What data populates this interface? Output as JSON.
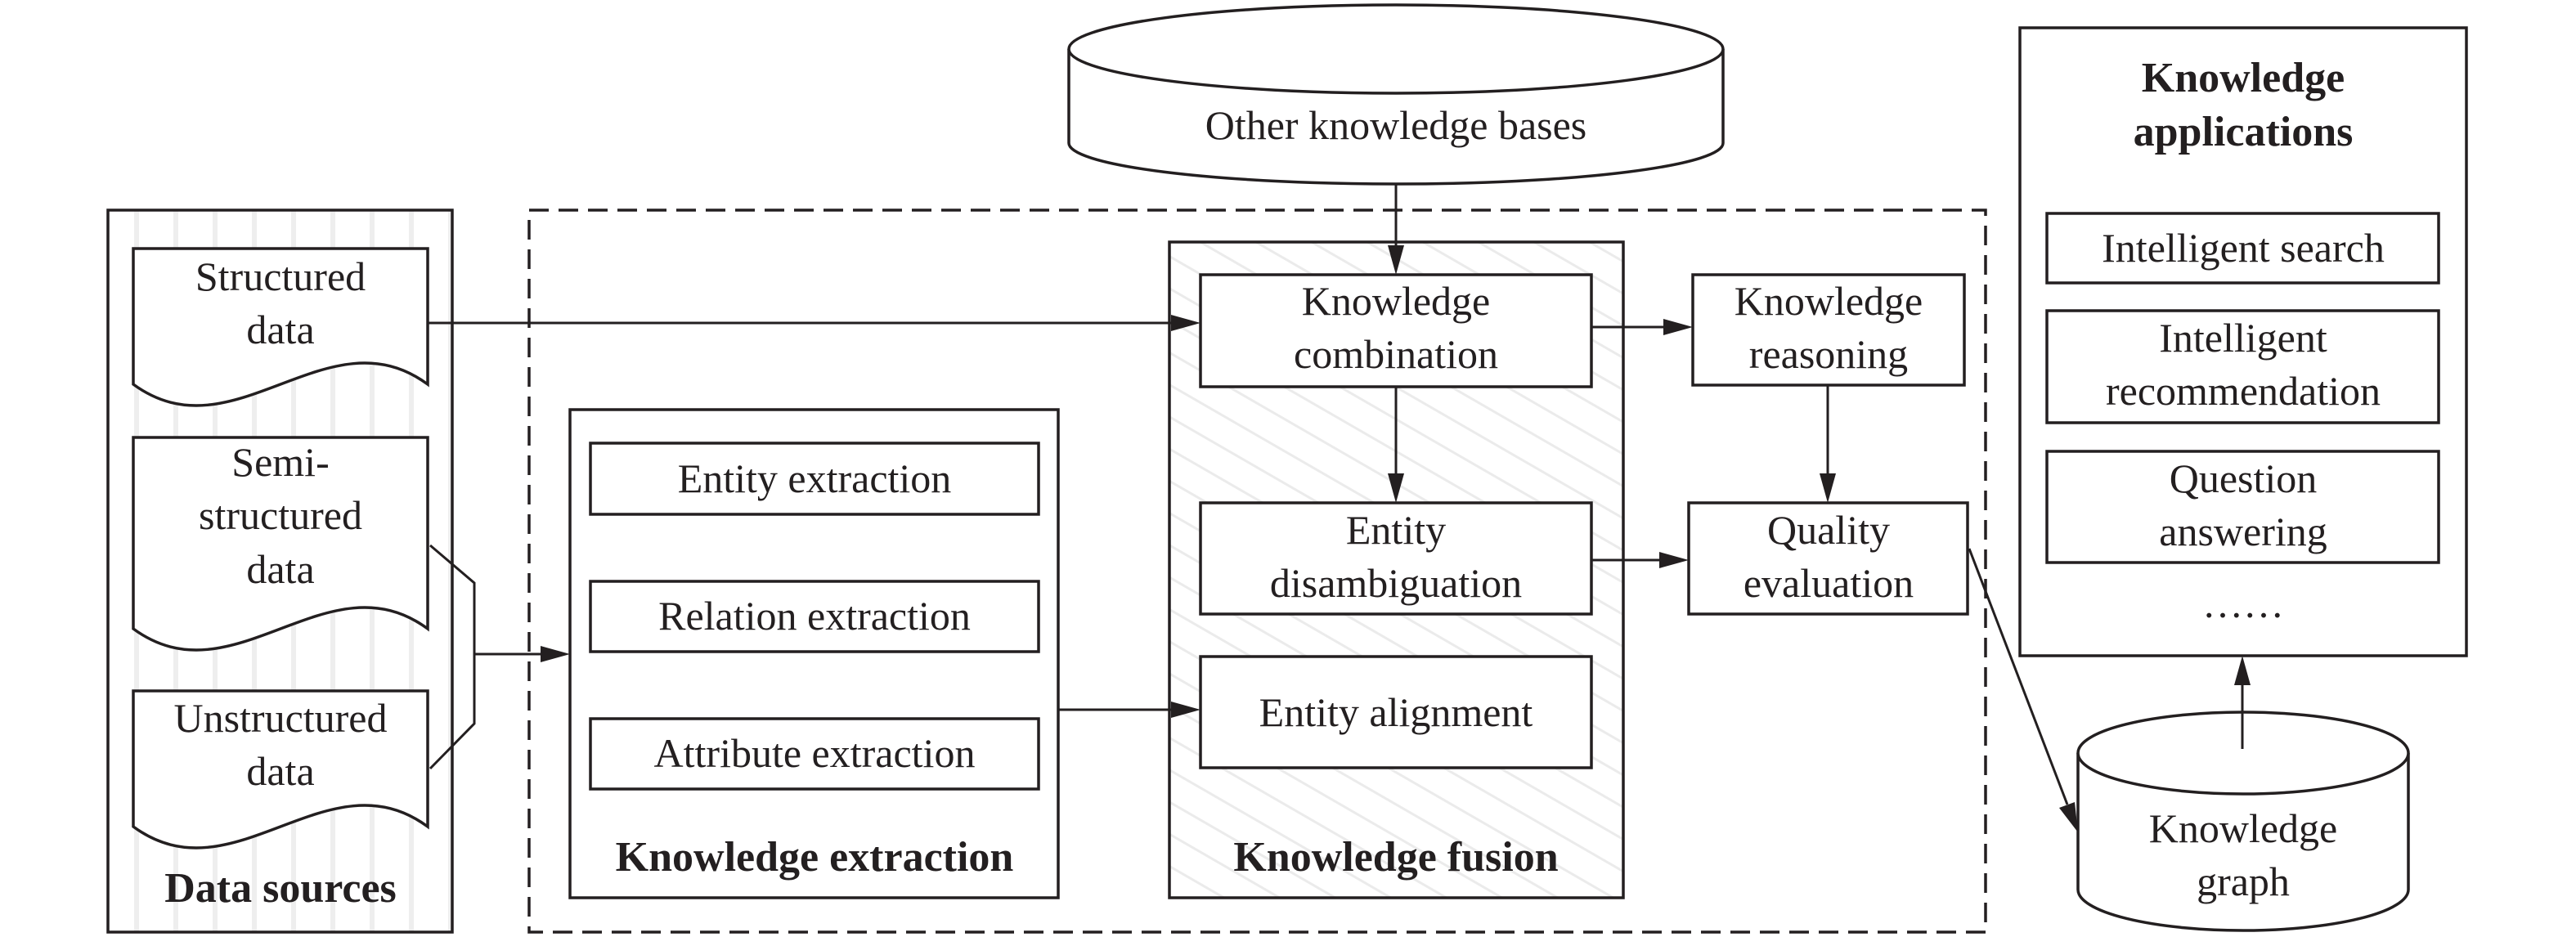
{
  "colors": {
    "ink": "#231f20",
    "extraction_fill": "#f2f2f2",
    "stripe": "#eeeeee",
    "hatch": "#ebebeb"
  },
  "other_kb": {
    "label": "Other knowledge bases"
  },
  "data_sources": {
    "title": "Data sources",
    "items": [
      {
        "lines": [
          "Structured",
          "data"
        ]
      },
      {
        "lines": [
          "Semi-",
          "structured",
          "data"
        ]
      },
      {
        "lines": [
          "Unstructured",
          "data"
        ]
      }
    ]
  },
  "extraction": {
    "title": "Knowledge extraction",
    "items": [
      {
        "label": "Entity extraction"
      },
      {
        "label": "Relation extraction"
      },
      {
        "label": "Attribute extraction"
      }
    ]
  },
  "fusion": {
    "title": "Knowledge fusion",
    "combination": {
      "lines": [
        "Knowledge",
        "combination"
      ]
    },
    "disambiguation": {
      "lines": [
        "Entity",
        "disambiguation"
      ]
    },
    "alignment": {
      "label": "Entity alignment"
    }
  },
  "reasoning": {
    "lines": [
      "Knowledge",
      "reasoning"
    ]
  },
  "quality": {
    "lines": [
      "Quality",
      "evaluation"
    ]
  },
  "knowledge_graph": {
    "lines": [
      "Knowledge",
      "graph"
    ]
  },
  "applications": {
    "title_lines": [
      "Knowledge",
      "applications"
    ],
    "items": [
      {
        "lines": [
          "Intelligent search"
        ]
      },
      {
        "lines": [
          "Intelligent",
          "recommendation"
        ]
      },
      {
        "lines": [
          "Question",
          "answering"
        ]
      }
    ],
    "ellipsis": "……"
  }
}
